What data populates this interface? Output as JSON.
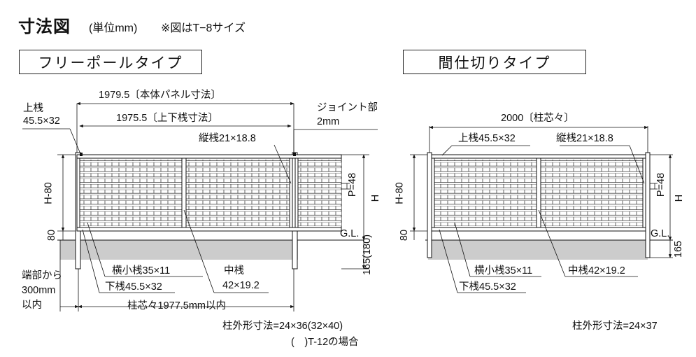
{
  "header": {
    "title": "寸法図",
    "unit": "(単位mm)",
    "note": "※図はT−8サイズ"
  },
  "left": {
    "type_label": "フリーポールタイプ",
    "dim_panel": "1979.5〔本体パネル寸法〕",
    "dim_rail": "1975.5〔上下桟寸法〕",
    "top_rail": "上桟",
    "top_rail_size": "45.5×32",
    "joint": "ジョイント部",
    "joint_size": "2mm",
    "vertical_bar": "縦桟21×18.8",
    "pitch": "P=48",
    "h": "H",
    "h_minus": "H-80",
    "eighty": "80",
    "gl": "G.L.",
    "embed": "165(180)",
    "slat": "横小桟35×11",
    "bottom_rail": "下桟45.5×32",
    "mid_bar": "中桟",
    "mid_bar_size": "42×19.2",
    "end_from": "端部から",
    "end_mm": "300mm",
    "end_within": "以内",
    "post_pitch": "柱芯々1977.5mm以内",
    "post_size": "柱外形寸法=24×36(32×40)",
    "post_note": "(　)T-12の場合"
  },
  "right": {
    "type_label": "間仕切りタイプ",
    "dim_center": "2000〔柱芯々〕",
    "top_rail": "上桟45.5×32",
    "vertical_bar": "縦桟21×18.8",
    "pitch": "P=48",
    "h": "H",
    "h_minus": "H-80",
    "eighty": "80",
    "gl": "G.L.",
    "embed": "165",
    "slat": "横小桟35×11",
    "mid_bar": "中桟42×19.2",
    "bottom_rail": "下桟45.5×32",
    "post_size": "柱外形寸法=24×37"
  }
}
